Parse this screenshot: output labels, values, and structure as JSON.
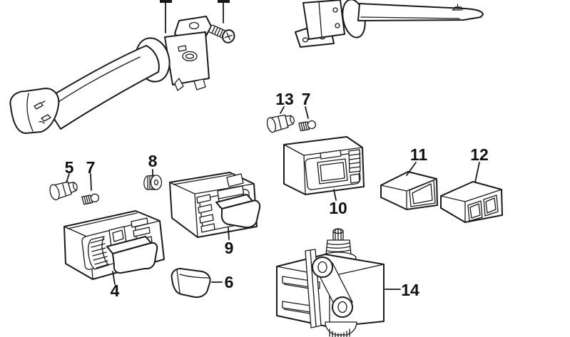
{
  "diagram": {
    "background_color": "#ffffff",
    "line_color": "#1a1a1a",
    "callouts": {
      "part4": "4",
      "part5": "5",
      "part6": "6",
      "part7_left": "7",
      "part7_mid": "7",
      "part8": "8",
      "part9": "9",
      "part10": "10",
      "part11": "11",
      "part12": "12",
      "part13": "13",
      "part14": "14"
    },
    "icons": {
      "stalk_end": [
        "headlight-flash-icon",
        "turn-indicator-icon"
      ],
      "wiper_stalk": [
        "windshield-wiper-icon"
      ]
    }
  }
}
